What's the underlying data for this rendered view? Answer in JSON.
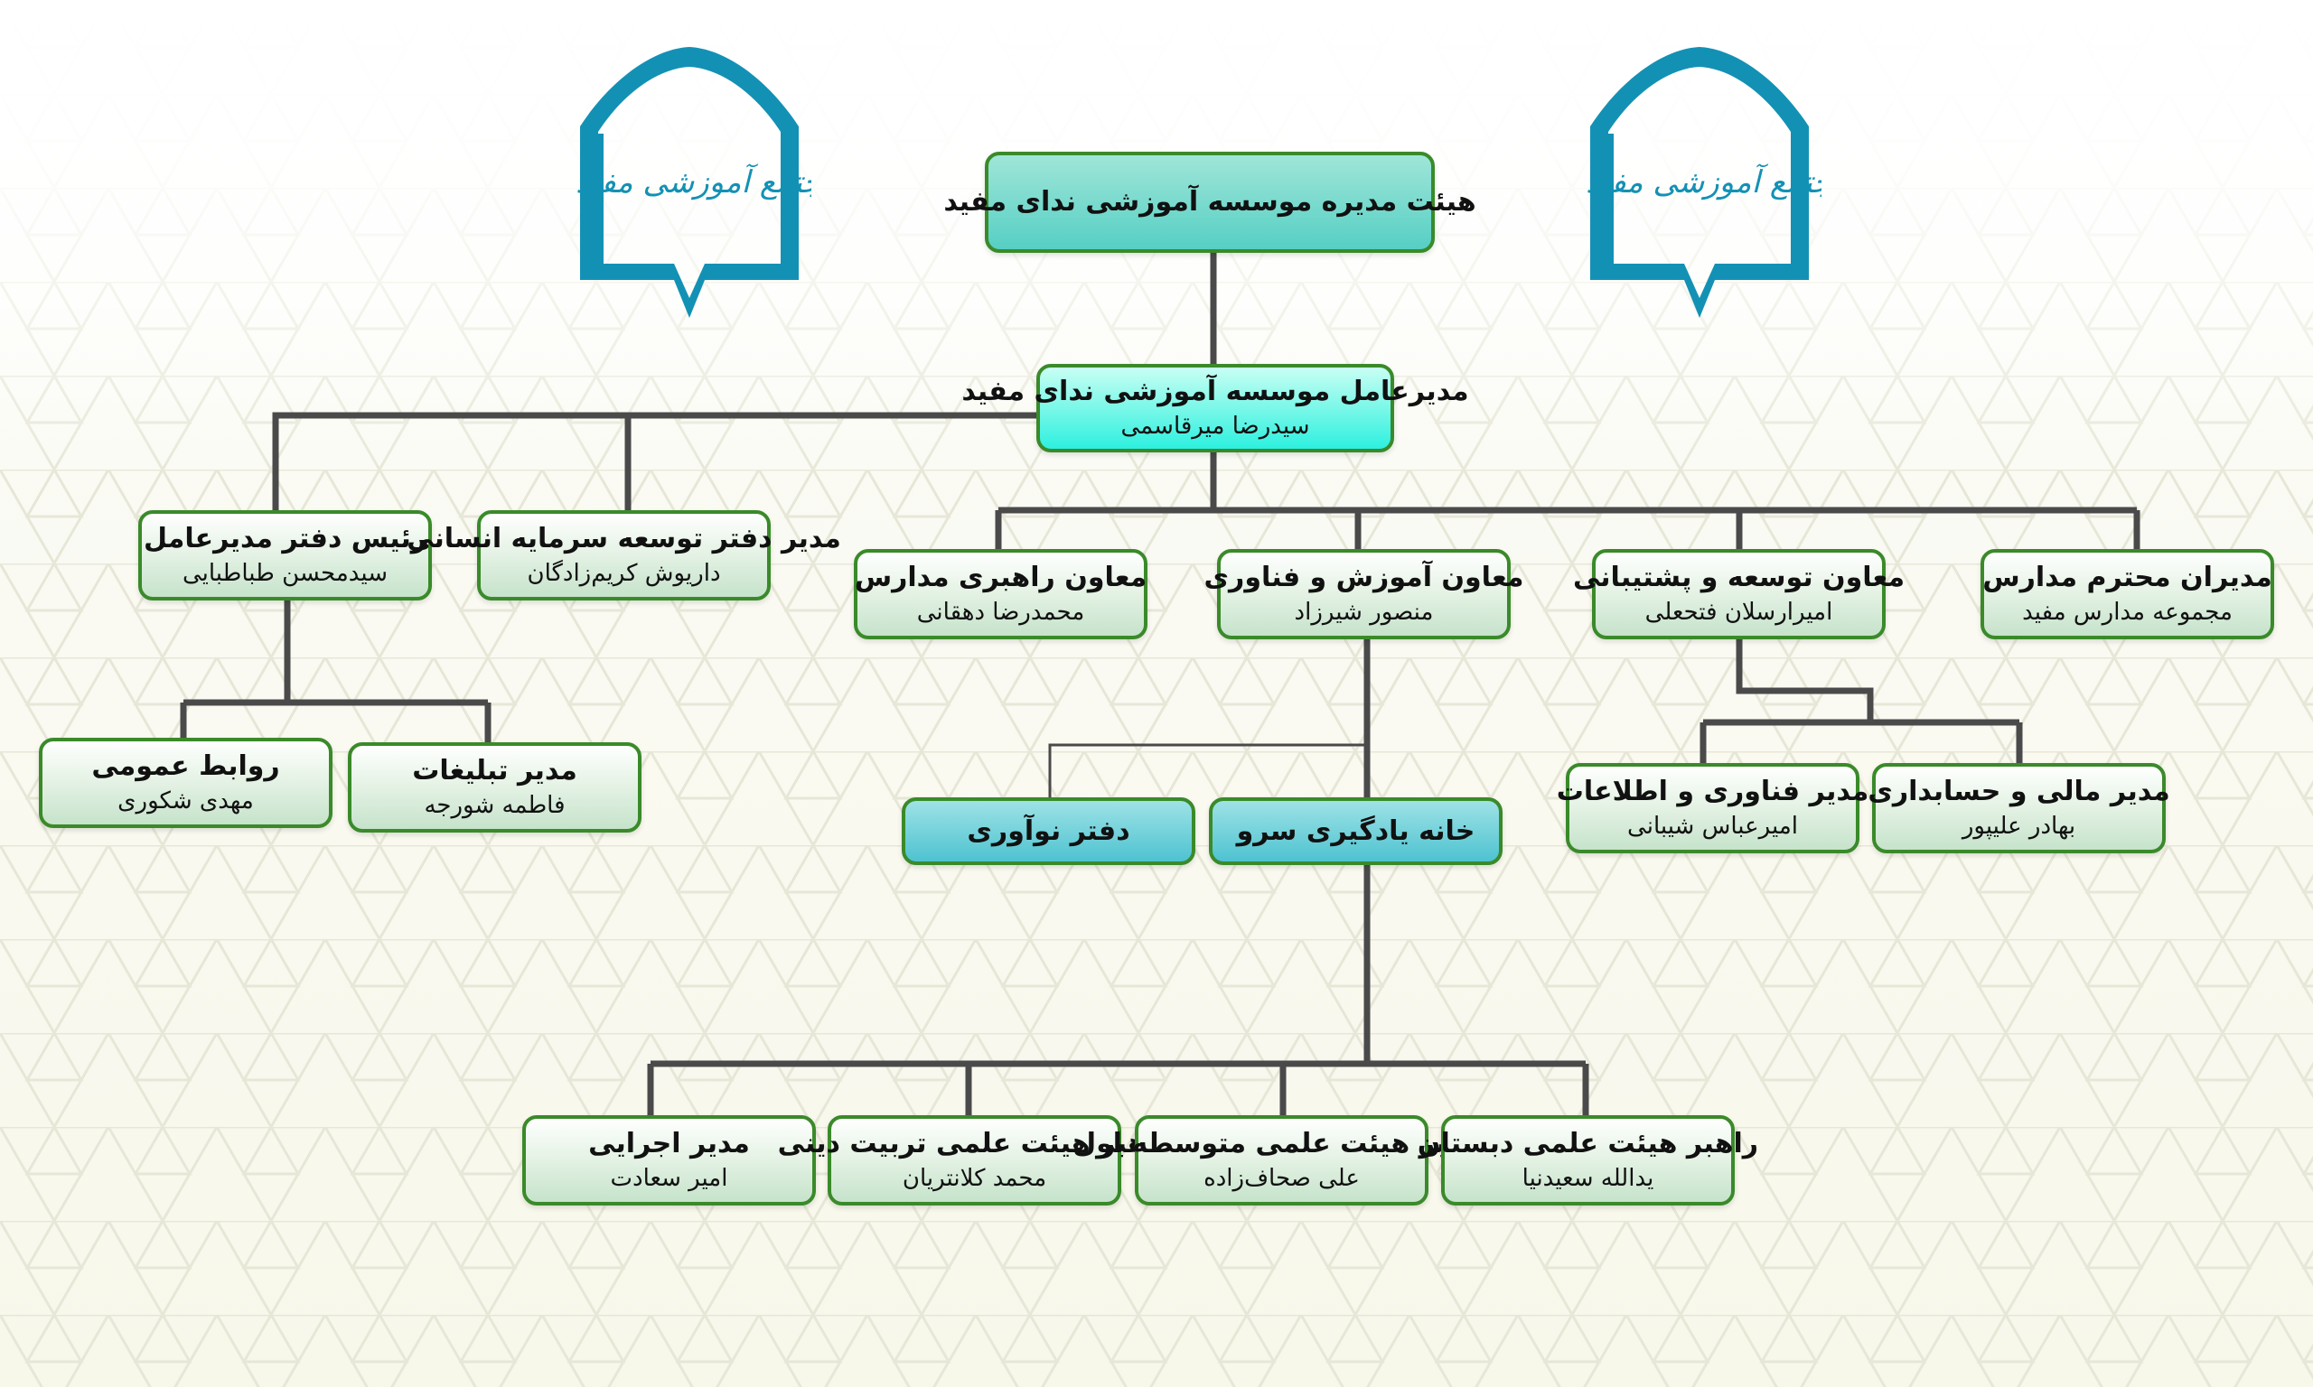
{
  "colors": {
    "line": "#4a4a4a",
    "border": "#3a8a2a",
    "logo": "#1391b5"
  },
  "logos": {
    "text": "مجتمع آموزشی مفید"
  },
  "board": {
    "title": "هیئت مدیره موسسه آموزشی ندای مفید"
  },
  "ceo": {
    "title": "مدیرعامل موسسه آموزشی ندای مفید",
    "name": "سیدرضا میرقاسمی"
  },
  "office_head": {
    "title": "رئیس دفتر مدیرعامل",
    "name": "سیدمحسن طباطبایی"
  },
  "hr_dev": {
    "title": "مدیر دفتر توسعه سرمایه انسانی",
    "name": "داریوش کریم‌زادگان"
  },
  "school_leadership": {
    "title": "معاون راهبری مدارس",
    "name": "محمدرضا دهقانی"
  },
  "education_tech": {
    "title": "معاون آموزش و فناوری",
    "name": "منصور شیرزاد"
  },
  "dev_support": {
    "title": "معاون توسعه و پشتیبانی",
    "name": "امیرارسلان فتحعلی"
  },
  "school_managers": {
    "title": "مدیران محترم مدارس",
    "name": "مجموعه مدارس مفید"
  },
  "public_relations": {
    "title": "روابط عمومی",
    "name": "مهدی شکوری"
  },
  "advertising": {
    "title": "مدیر تبلیغات",
    "name": "فاطمه شورجه"
  },
  "innovation_office": {
    "title": "دفتر نوآوری"
  },
  "sarv_learning": {
    "title": "خانه یادگیری سرو"
  },
  "it_manager": {
    "title": "مدیر فناوری و اطلاعات",
    "name": "امیرعباس شیبانی"
  },
  "finance": {
    "title": "مدیر مالی و حسابداری",
    "name": "بهادر علیپور"
  },
  "executive": {
    "title": "مدیر اجرایی",
    "name": "امیر سعادت"
  },
  "religious_faculty": {
    "title": "راهبر هیئت علمی تربیت دینی",
    "name": "محمد کلانتریان"
  },
  "middle_faculty": {
    "title": "راهبر هیئت علمی متوسطه اول",
    "name": "علی صحاف‌زاده"
  },
  "primary_faculty": {
    "title": "راهبر هیئت علمی دبستان",
    "name": "یدالله سعیدنیا"
  }
}
